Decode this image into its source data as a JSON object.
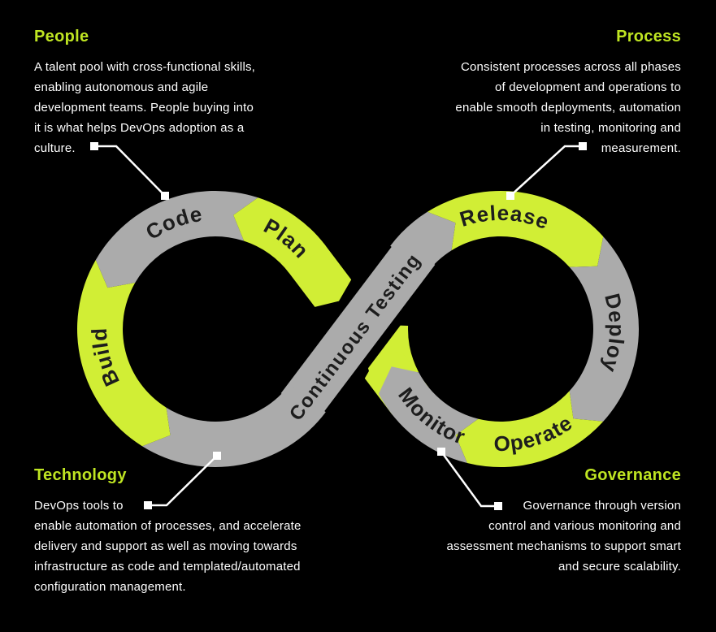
{
  "colors": {
    "background": "#000000",
    "segment_green": "#d1ee35",
    "segment_gray": "#ababab",
    "segment_label": "#1d1d1d",
    "heading_green": "#bfe522",
    "body_text": "#ffffff",
    "connector": "#ffffff"
  },
  "loop": {
    "crossing_label": "Continuous Testing",
    "segments": {
      "plan": "Plan",
      "code": "Code",
      "build": "Build",
      "release": "Release",
      "deploy": "Deploy",
      "operate": "Operate",
      "monitor": "Monitor"
    }
  },
  "blocks": {
    "people": {
      "title": "People",
      "text": "A talent pool with cross-functional skills,\nenabling autonomous and agile\ndevelopment teams. People buying into\nit is what helps DevOps adoption as a\nculture."
    },
    "process": {
      "title": "Process",
      "text": "Consistent processes across all phases\nof development and operations to\nenable smooth deployments, automation\nin testing, monitoring and\nmeasurement."
    },
    "technology": {
      "title": "Technology",
      "text": "DevOps tools to\nenable automation of processes, and accelerate\ndelivery and support as well as moving towards\ninfrastructure as code and templated/automated\nconfiguration management."
    },
    "governance": {
      "title": "Governance",
      "text": "Governance through version\ncontrol and various monitoring and\nassessment mechanisms to support smart\nand secure scalability."
    }
  }
}
